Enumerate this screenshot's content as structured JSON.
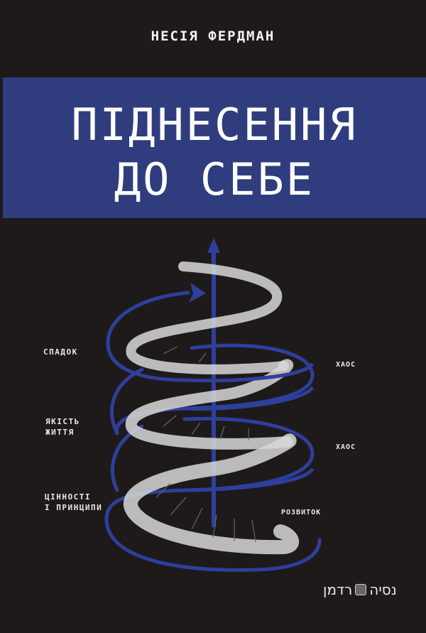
{
  "cover": {
    "author": "НЕСІЯ ФЕРДМАН",
    "title_line1": "ПІДНЕСЕННЯ",
    "title_line2": "ДО СЕБЕ",
    "colors": {
      "background": "#1e1a19",
      "banner": "#2f3c7e",
      "accent_blue": "#2e3f9c",
      "text": "#ffffff"
    }
  },
  "diagram": {
    "left_labels": [
      {
        "line1": "СПАДОК",
        "line2": ""
      },
      {
        "line1": "ЯКІСТЬ",
        "line2": "ЖИТТЯ"
      },
      {
        "line1": "ЦІННОСТІ",
        "line2": "І ПРИНЦИПИ"
      }
    ],
    "right_labels": [
      "ХАОС",
      "ХАОС",
      "РОЗВИТОК"
    ],
    "icons": [
      "spiral-staircase-icon",
      "upward-arrow-icon",
      "circular-arrow-icon"
    ]
  },
  "publisher": {
    "name_part1": "נסיה",
    "name_part2": "רדמן"
  }
}
